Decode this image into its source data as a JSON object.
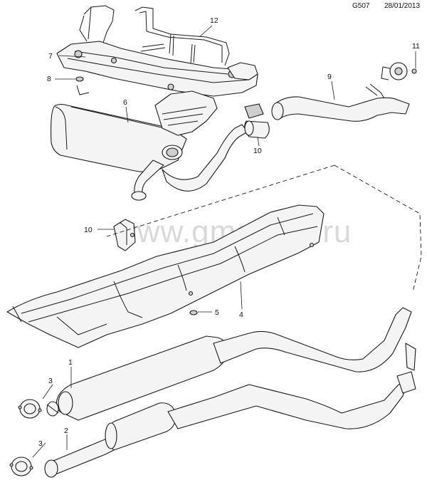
{
  "header": {
    "diagram_code": "G507",
    "date": "28/01/2013"
  },
  "watermark": "www.gmsklad.ru",
  "callouts": {
    "c1": "1",
    "c2": "2",
    "c3a": "3",
    "c3b": "3",
    "c4": "4",
    "c5": "5",
    "c6": "6",
    "c7": "7",
    "c8": "8",
    "c9": "9",
    "c10a": "10",
    "c10b": "10",
    "c11": "11",
    "c12": "12"
  }
}
